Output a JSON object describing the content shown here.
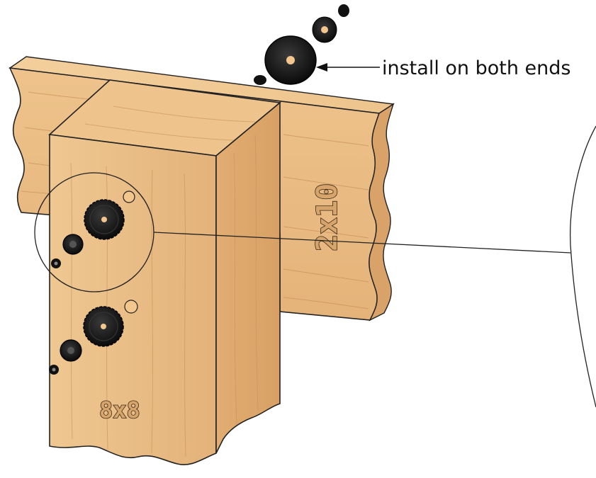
{
  "callout": {
    "text": "install on both ends"
  },
  "labels": {
    "beam": "2x10",
    "post": "8x8"
  },
  "colors": {
    "wood_light": "#eec48c",
    "wood_mid": "#e2b176",
    "wood_dark": "#d49f64",
    "grain": "#c8905a",
    "hardware": "#111111",
    "hardware_highlight": "#444444",
    "washer_dot": "#f2c68d",
    "outline": "#222222"
  }
}
